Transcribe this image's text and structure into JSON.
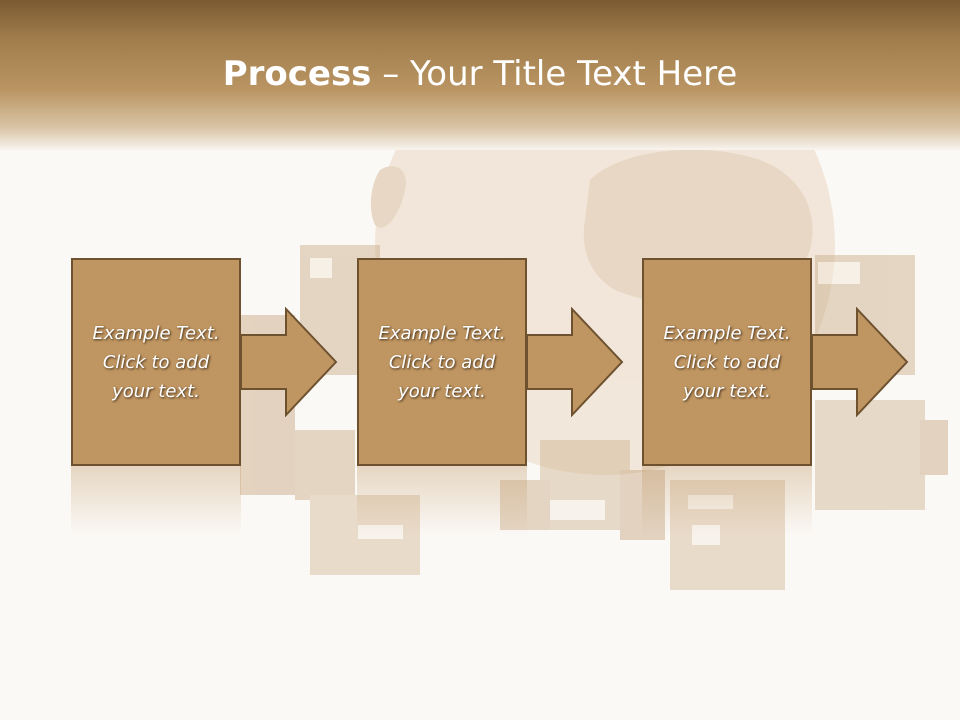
{
  "slide": {
    "title_strong": "Process",
    "title_rest": " – Your Title Text Here"
  },
  "steps": [
    {
      "text": "Example Text.\nClick  to add\nyour text."
    },
    {
      "text": "Example Text.\nClick  to add\nyour text."
    },
    {
      "text": "Example Text.\nClick  to add\nyour text."
    }
  ],
  "colors": {
    "header": "#a07c4c",
    "box_fill": "#bf9561",
    "box_border": "#6e5230",
    "text": "#ffffff"
  },
  "background": {
    "imagery": [
      "globe-graphic",
      "cardboard-boxes"
    ]
  }
}
